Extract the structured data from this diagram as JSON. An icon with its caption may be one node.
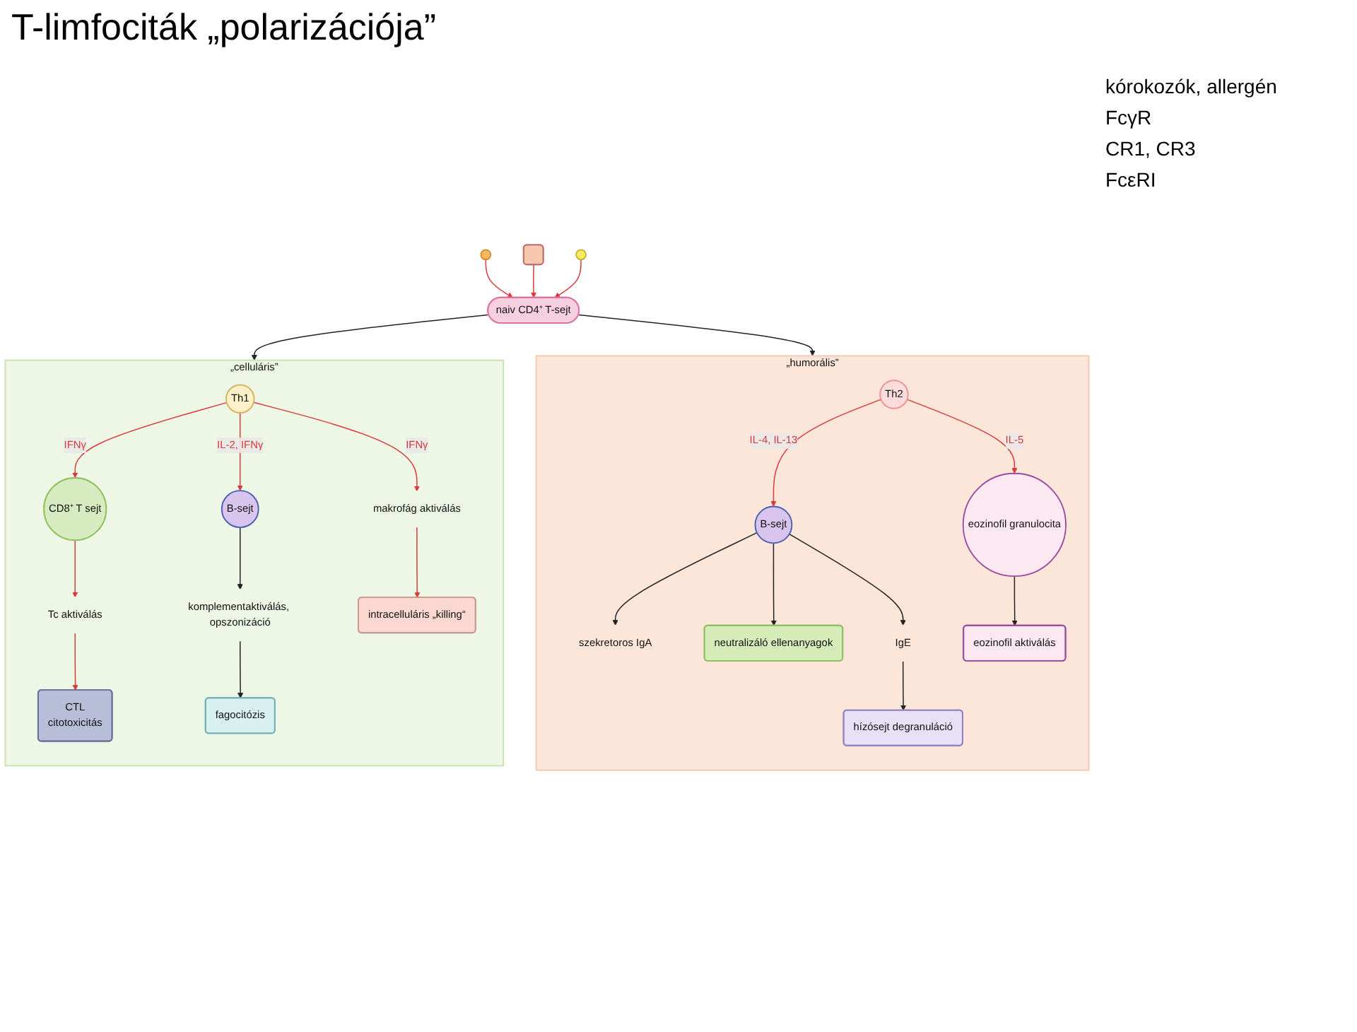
{
  "diagram": {
    "title": "T-limfociták „polarizációja”",
    "nodes": [
      {
        "text": [],
        "shape": "circle"
      },
      {
        "text": [],
        "shape": "box"
      },
      {
        "text": [],
        "shape": "circle"
      },
      {
        "text": [
          "naiv CD4⁺ T-sejt"
        ]
      },
      {
        "text": [
          "„celluláris”"
        ]
      },
      {
        "text": [
          "CD8⁺ T sejt"
        ],
        "in": 4
      },
      {
        "text": [
          "Th1"
        ],
        "in": 4
      },
      {
        "text": [
          "B-sejt"
        ],
        "in": 4
      },
      {
        "text": [
          "Tc aktiválás"
        ],
        "in": 4
      },
      {
        "text": [
          "makrofág aktiválás"
        ],
        "in": 4
      },
      {
        "text": [
          "komplementaktiválás, opszonizáció"
        ],
        "in": 4
      },
      {
        "text": [
          "CTL",
          "citotoxicitás"
        ],
        "in": 4
      },
      {
        "text": [
          "intracelluláris „killing“"
        ],
        "in": 4
      },
      {
        "text": [
          "fagocitózis"
        ],
        "in": 4
      },
      {
        "text": [
          "„humorális”"
        ]
      },
      {
        "text": [
          "B-sejt"
        ],
        "in": 14
      },
      {
        "text": [
          "Th2"
        ],
        "in": 14
      },
      {
        "text": [
          "szekretoros IgA"
        ],
        "in": 14
      },
      {
        "text": [
          "IgE"
        ],
        "in": 14
      },
      {
        "text": [
          "eozinofil granulocita"
        ],
        "in": 14
      },
      {
        "text": [
          "neutralizáló ellenanyagok"
        ],
        "in": 14
      },
      {
        "text": [
          "hízósejt degranuláció"
        ],
        "in": 14
      },
      {
        "text": [
          "eozinofil aktiválás"
        ],
        "in": 14
      }
    ],
    "edges": [
      {
        "from": 0,
        "to": 3,
        "arrow": "to"
      },
      {
        "from": 1,
        "to": 3,
        "arrow": "to"
      },
      {
        "from": 2,
        "to": 3,
        "arrow": "to"
      },
      {
        "from": 3,
        "to": 4,
        "arrow": "to",
        "color": "#222222"
      },
      {
        "from": 3,
        "to": 14,
        "arrow": "to",
        "color": "#222222"
      },
      {
        "from": 6,
        "to": 5,
        "arrow": "to",
        "label": "IFNγ"
      },
      {
        "from": 6,
        "to": 7,
        "arrow": "to",
        "label": "IL-2, IFNγ"
      },
      {
        "from": 5,
        "to": 8,
        "arrow": "to"
      },
      {
        "from": 6,
        "to": 9,
        "arrow": "to",
        "label": "IFNγ"
      },
      {
        "from": 7,
        "to": 10,
        "arrow": "to",
        "color": "#222222"
      },
      {
        "from": 8,
        "to": 11,
        "arrow": "to"
      },
      {
        "from": 9,
        "to": 12,
        "arrow": "to"
      },
      {
        "from": 10,
        "to": 13,
        "arrow": "to",
        "color": "#222222"
      },
      {
        "from": 16,
        "to": 15,
        "arrow": "to",
        "label": "IL-4, IL-13"
      },
      {
        "from": 15,
        "to": 17,
        "arrow": "to",
        "color": "#222222"
      },
      {
        "from": 15,
        "to": 20,
        "arrow": "to",
        "color": "#222222"
      },
      {
        "from": 15,
        "to": 18,
        "arrow": "to",
        "color": "#222222"
      },
      {
        "from": 16,
        "to": 19,
        "arrow": "to",
        "label": "IL-5"
      },
      {
        "from": 18,
        "to": 21,
        "arrow": "to",
        "color": "#222222"
      },
      {
        "from": 19,
        "to": 22,
        "arrow": "to",
        "color": "#222222"
      }
    ],
    "labels": [
      "kórokozók, allergén",
      "FcγR",
      "CR1, CR3",
      "FcεRI"
    ]
  }
}
